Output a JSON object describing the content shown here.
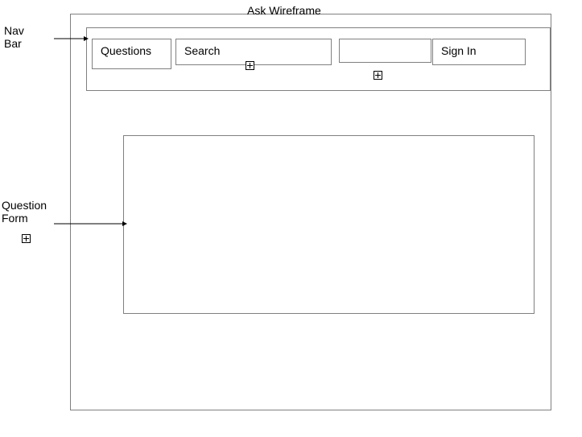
{
  "title": "Ask Wireframe",
  "annotations": {
    "nav_bar": "Nav\nBar",
    "question_form": "Question\nForm"
  },
  "nav": {
    "questions_label": "Questions",
    "search_label": "Search",
    "search_value": "",
    "sign_in_label": "Sign In"
  },
  "colors": {
    "stroke": "#808080",
    "text": "#000000"
  }
}
